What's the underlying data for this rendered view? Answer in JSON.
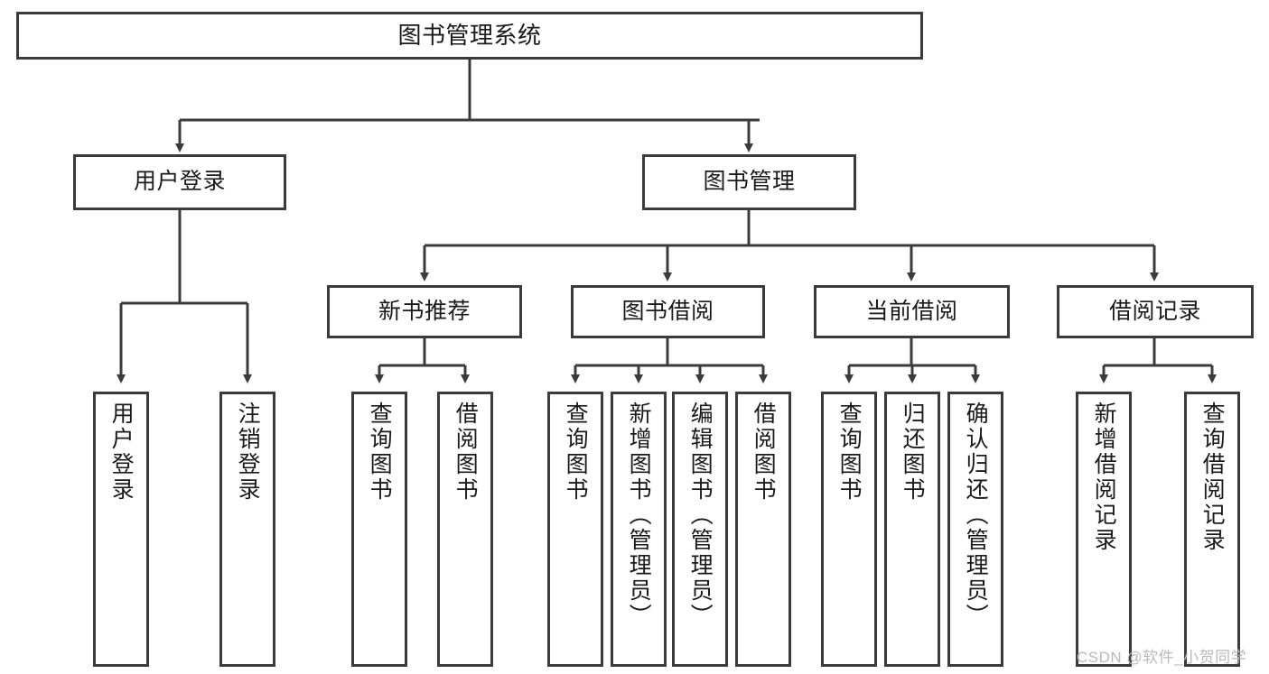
{
  "diagram": {
    "type": "tree",
    "title": "图书管理系统",
    "watermark": "CSDN @软件_小贺同学",
    "colors": {
      "background": "#ffffff",
      "border": "#3b3b3b",
      "connector": "#3b3b3b",
      "text": "#1a1a1a",
      "watermark": "#b9b9b9"
    },
    "root": {
      "label": "图书管理系统"
    },
    "level1": [
      {
        "label": "用户登录"
      },
      {
        "label": "图书管理"
      }
    ],
    "level2": [
      {
        "label": "新书推荐"
      },
      {
        "label": "图书借阅"
      },
      {
        "label": "当前借阅"
      },
      {
        "label": "借阅记录"
      }
    ],
    "leaves": {
      "user_login": [
        {
          "label": "用户登录"
        },
        {
          "label": "注销登录"
        }
      ],
      "new_book": [
        {
          "label": "查询图书"
        },
        {
          "label": "借阅图书"
        }
      ],
      "book_borrow": [
        {
          "label": "查询图书"
        },
        {
          "label": "新增图书（管理员）"
        },
        {
          "label": "编辑图书（管理员）"
        },
        {
          "label": "借阅图书"
        }
      ],
      "current_borrow": [
        {
          "label": "查询图书"
        },
        {
          "label": "归还图书"
        },
        {
          "label": "确认归还（管理员）"
        }
      ],
      "borrow_record": [
        {
          "label": "新增借阅记录"
        },
        {
          "label": "查询借阅记录"
        }
      ]
    }
  }
}
